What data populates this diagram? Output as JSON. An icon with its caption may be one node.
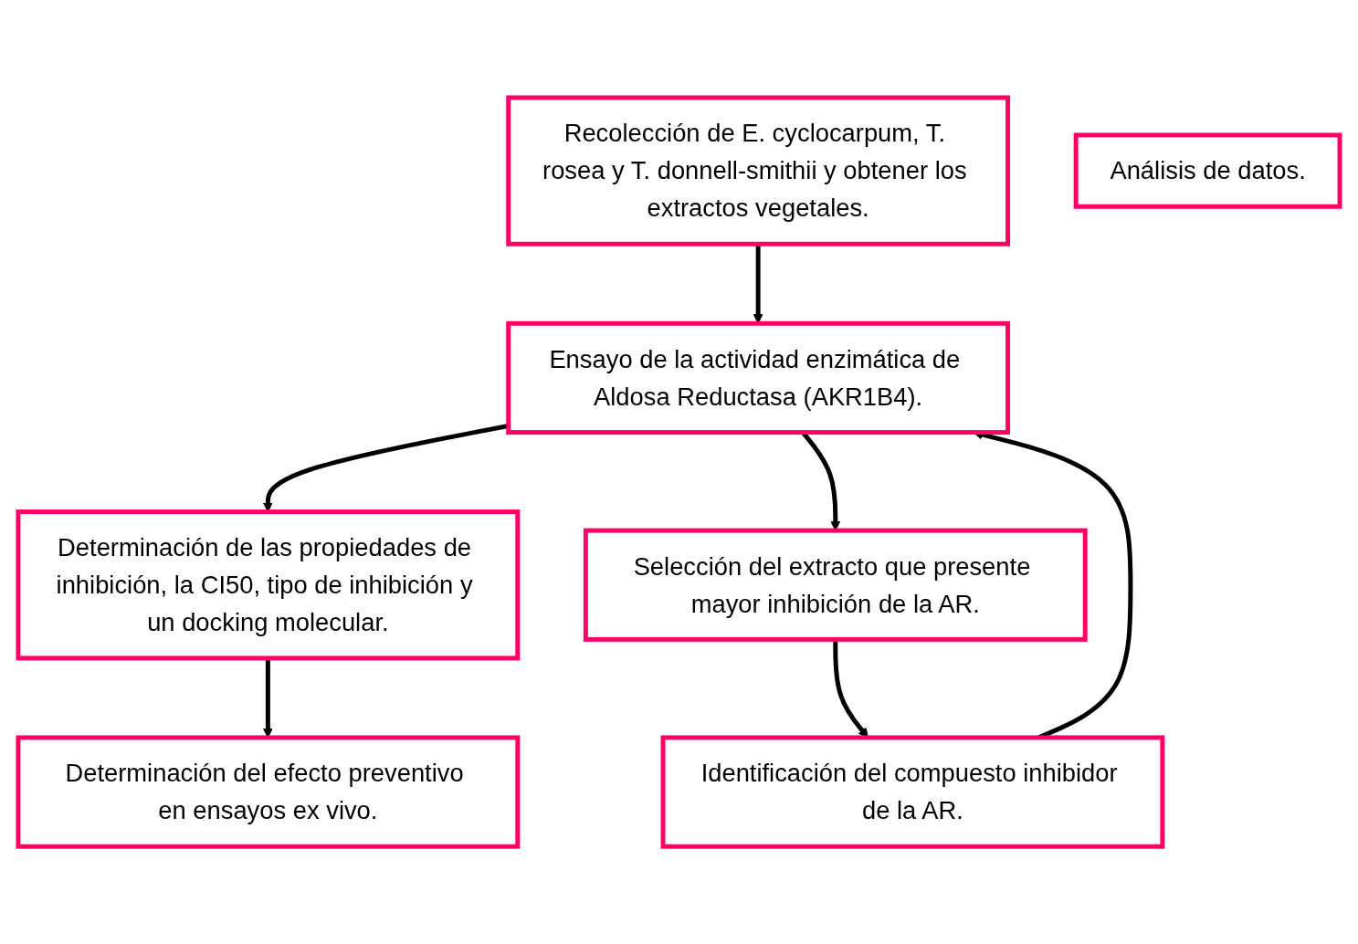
{
  "diagram": {
    "nodes": [
      {
        "text": [
          "Recolección de E. cyclocarpum, T. rosea y T. donnell-smithii y obtener los extractos vegetales."
        ]
      },
      {
        "text": [
          "Ensayo de la actividad enzimática de Aldosa Reductasa (AKR1B4)."
        ]
      },
      {
        "text": [
          "Determinación de las propiedades de inhibición, la CI50, tipo de inhibición y un docking molecular."
        ]
      },
      {
        "text": [
          "Determinación del efecto preventivo en ensayos ex vivo."
        ]
      },
      {
        "text": [
          "Selección del extracto que presente mayor inhibición de la AR."
        ]
      },
      {
        "text": [
          "Identificación del compuesto inhibidor de la AR."
        ]
      },
      {
        "text": [
          "Análisis de datos."
        ]
      }
    ],
    "edges": [
      {
        "from": 0,
        "to": 1,
        "arrow": "to"
      },
      {
        "from": 1,
        "to": 2,
        "arrow": "to"
      },
      {
        "from": 2,
        "to": 3,
        "arrow": "to"
      },
      {
        "from": 1,
        "to": 4,
        "arrow": "to"
      },
      {
        "from": 4,
        "to": 5,
        "arrow": "to"
      },
      {
        "from": 5,
        "to": 1,
        "arrow": "to"
      }
    ]
  }
}
